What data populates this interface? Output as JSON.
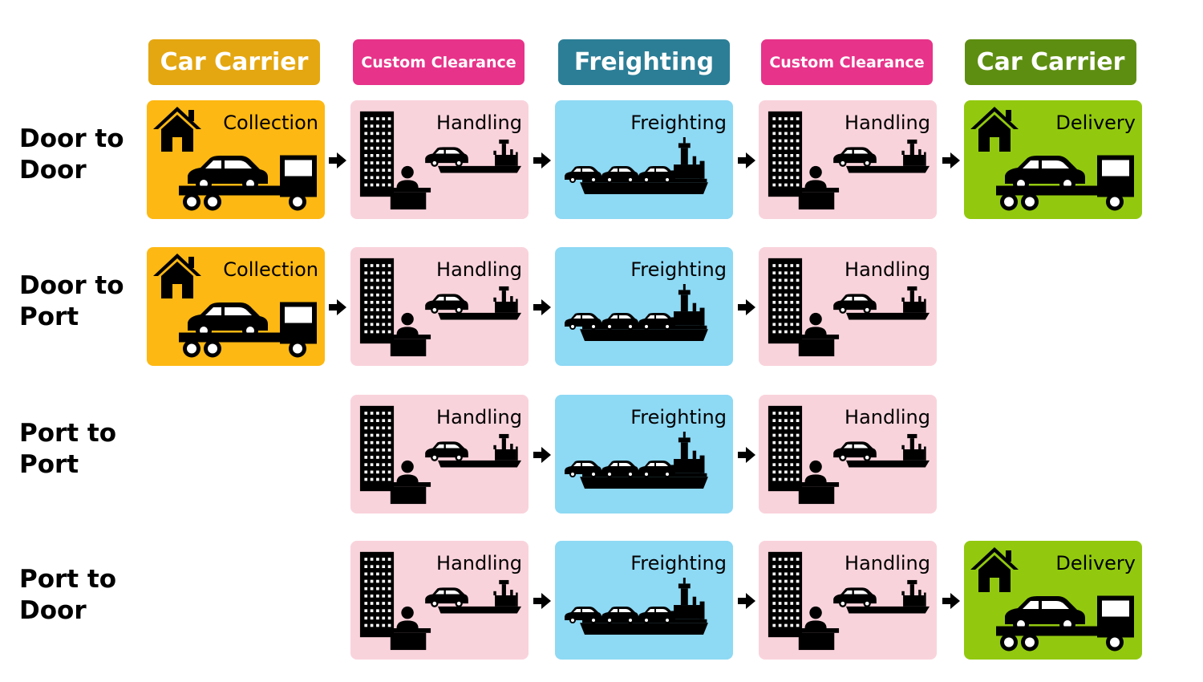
{
  "colors": {
    "collection": "#FDB813",
    "handling": "#F9D3DC",
    "freighting": "#8ED9F4",
    "delivery": "#92C90F",
    "hdr_car_carrier_1": "#E4A711",
    "hdr_custom": "#E7338A",
    "hdr_freighting": "#2C7E96",
    "hdr_car_carrier_2": "#5E8E11"
  },
  "headers": [
    {
      "label": "Car Carrier",
      "color": "hdr_car_carrier_1"
    },
    {
      "label": "Custom Clearance",
      "color": "hdr_custom"
    },
    {
      "label": "Freighting",
      "color": "hdr_freighting"
    },
    {
      "label": "Custom Clearance",
      "color": "hdr_custom"
    },
    {
      "label": "Car Carrier",
      "color": "hdr_car_carrier_2"
    }
  ],
  "rows": [
    {
      "label_line1": "Door to",
      "label_line2": "Door",
      "steps": [
        "Collection",
        "Handling",
        "Freighting",
        "Handling",
        "Delivery"
      ]
    },
    {
      "label_line1": "Door to",
      "label_line2": "Port",
      "steps": [
        "Collection",
        "Handling",
        "Freighting",
        "Handling"
      ]
    },
    {
      "label_line1": "Port to",
      "label_line2": "Port",
      "steps": [
        "Handling",
        "Freighting",
        "Handling"
      ]
    },
    {
      "label_line1": "Port to",
      "label_line2": "Door",
      "steps": [
        "Handling",
        "Freighting",
        "Handling",
        "Delivery"
      ]
    }
  ],
  "icons": {
    "collection": "house-truck-icon",
    "handling": "building-desk-ship-icon",
    "freighting": "car-ship-icon",
    "delivery": "house-truck-icon",
    "arrow": "arrow-right-icon"
  }
}
